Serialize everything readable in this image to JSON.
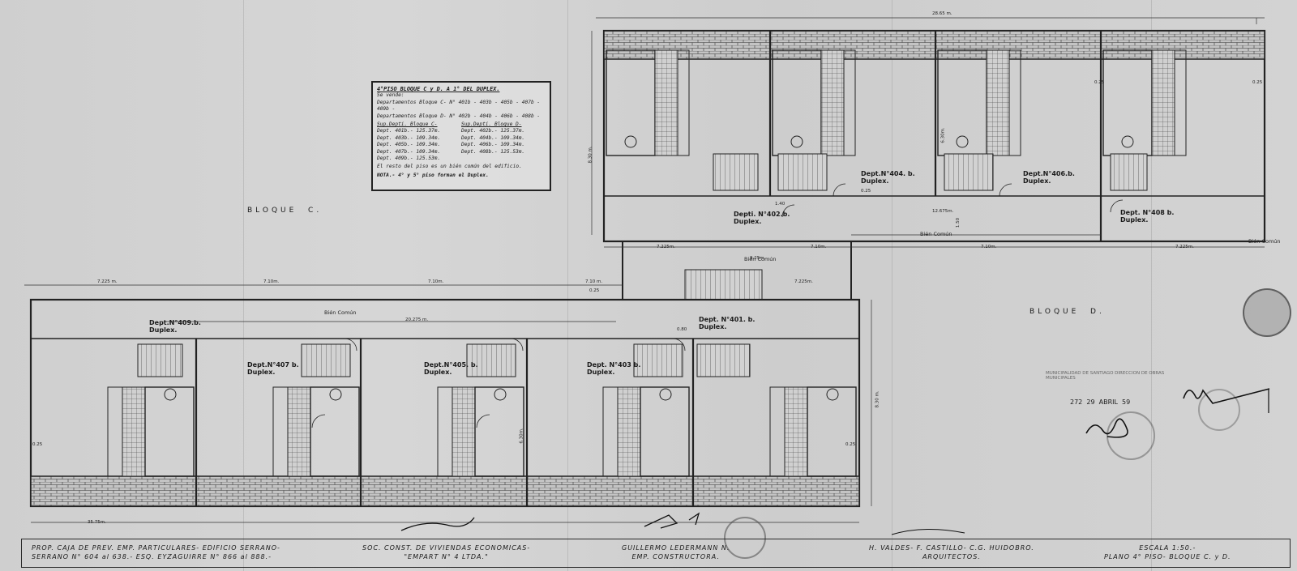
{
  "note": {
    "title": "4°PISO BLOQUE  C y D.  A 1° DEL DUPLEX.",
    "line1": "Se vende:",
    "line2": "Departamentos Bloque C- N° 401b - 403b - 405b - 407b - 409b -",
    "line3": "Departamentos Bloque D- N° 402b - 404b - 406b - 408b -",
    "col_c_title": "Sup.Depti. Bloque C-",
    "col_d_title": "Sup.Depti. Bloque D-",
    "col_c": [
      "Dept. 401b.- 125.37m.",
      "Dept. 403b.- 109.34m.",
      "Dept. 405b.- 109.34m.",
      "Dept. 407b.- 109.34m.",
      "Dept. 409b.- 125.53m."
    ],
    "col_d": [
      "Dept. 402b.- 125.37m.",
      "Dept. 404b.- 109.34m.",
      "Dept. 406b.- 109.34m.",
      "Dept. 408b.- 125.53m."
    ],
    "rest": "El resto del piso es un bién común del edificio.",
    "nota": "NOTA.- 4° y 5° piso forman el Duplex."
  },
  "blocks": {
    "c": "BLOQUE  C.",
    "d": "BLOQUE  D."
  },
  "labels": {
    "d402": [
      "Depti. N°402.b.",
      "Duplex."
    ],
    "d404": [
      "Dept.N°404. b.",
      "Duplex."
    ],
    "d406": [
      "Dept.N°406.b.",
      "Duplex."
    ],
    "d408": [
      "Dept. N°408 b.",
      "Duplex."
    ],
    "d401": [
      "Dept. N°401. b.",
      "Duplex."
    ],
    "d403": [
      "Dept. N°403 b.",
      "Duplex."
    ],
    "d405": [
      "Dept.N°405. b.",
      "Duplex."
    ],
    "d407": [
      "Dept.N°407 b.",
      "Duplex."
    ],
    "d409": [
      "Dept.N°409.b.",
      "Duplex."
    ],
    "bien1": "Bién Común",
    "bien2": "Bién Común",
    "bien3": "Bién Común",
    "bien4": "Bién Común"
  },
  "dims": {
    "top_total": "28.65 m.",
    "upper_bottom": [
      "7.225m.",
      "7.10m.",
      "7.10m.",
      "7.225m."
    ],
    "lower_top": [
      "7.225 m.",
      "7.10m.",
      "7.10m.",
      "7.10 m.",
      "7.225m."
    ],
    "mid_20": "20.275 m.",
    "mid_12": "12.675m.",
    "bottom_total": "35.75m.",
    "side_830_a": "8.30 m.",
    "side_830_b": "8.30 m.",
    "side_630_a": "6.30m.",
    "side_630_b": "6.30m.",
    "w025": "0.25",
    "w080": "0.80",
    "w150": "1.50",
    "w140": "1.40",
    "w925": "9.25m."
  },
  "date": "272  29  ABRIL  59",
  "titleblock": {
    "c1a": "PROP. CAJA DE PREV. EMP. PARTICULARES- EDIFICIO SERRANO-",
    "c1b": "SERRANO N° 604 al 638.- ESQ.  EYZAGUIRRE  N° 866 al 888.-",
    "c2a": "SOC. CONST. DE VIVIENDAS ECONOMICAS-",
    "c2b": "\"EMPART N° 4 LTDA.\"",
    "c3a": "GUILLERMO  LEDERMANN  N.",
    "c3b": "EMP. CONSTRUCTORA.",
    "c4a": "H. VALDES- F. CASTILLO- C.G. HUIDOBRO.",
    "c4b": "ARQUITECTOS.",
    "c5a": "ESCALA  1:50.-",
    "c5b": "PLANO 4° PISO- BLOQUE C. y D."
  },
  "stamp_text": "MUNICIPALIDAD DE SANTIAGO DIRECCION DE OBRAS MUNICIPALES"
}
